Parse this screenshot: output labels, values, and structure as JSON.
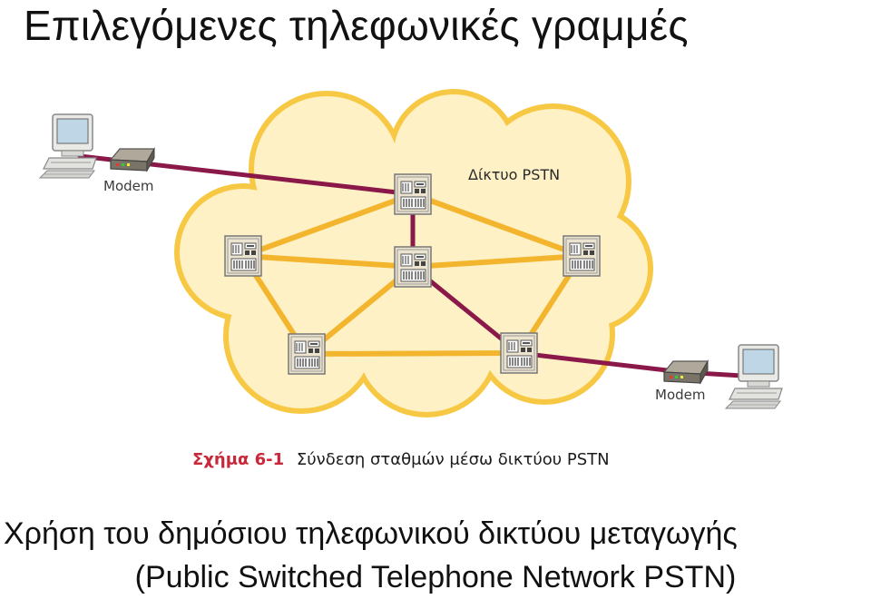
{
  "slide": {
    "title": "Επιλεγόμενες τηλεφωνικές γραμμές",
    "body_line1": "Χρήση του δημόσιου τηλεφωνικού δικτύου μεταγωγής",
    "body_line2": "(Public Switched Telephone Network PSTN)"
  },
  "diagram": {
    "cloud_label": "Δίκτυο PSTN",
    "modem_left_label": "Modem",
    "modem_right_label": "Modem",
    "caption_number": "Σχήμα 6-1",
    "caption_text": "Σύνδεση σταθμών μέσω δικτύου PSTN",
    "colors": {
      "cloud_fill": "#fff1c6",
      "cloud_border": "#f7c843",
      "trunk_line": "#f3b52e",
      "connection_path": "#8a1848",
      "switch_fill": "#ede4cf",
      "caption_red": "#c8283a"
    },
    "icons": [
      "computer-icon",
      "modem-icon",
      "switch-icon"
    ]
  }
}
